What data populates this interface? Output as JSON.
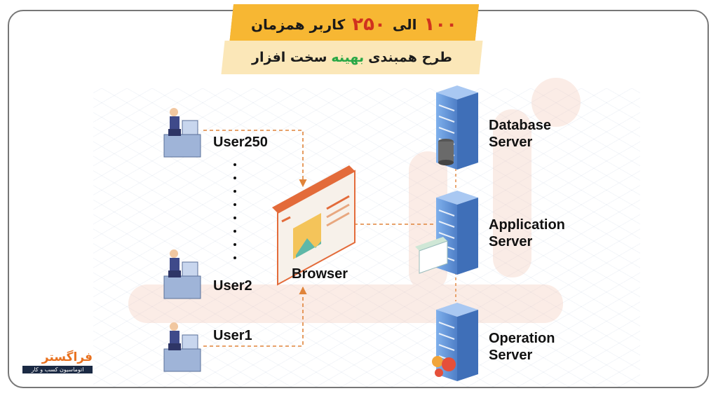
{
  "banner": {
    "line1_part1": "کاربر همزمان",
    "line1_num_a": "۲۵۰",
    "line1_mid": "الی",
    "line1_num_b": "۱۰۰",
    "line2_part1": "طرح همبندی",
    "line2_highlight": "بهینه",
    "line2_part2": "سخت افزار"
  },
  "users": {
    "user_top": "User250",
    "user_mid": "User2",
    "user_bottom": "User1"
  },
  "browser_label": "Browser",
  "servers": {
    "db_line1": "Database",
    "db_line2": "Server",
    "app_line1": "Application",
    "app_line2": "Server",
    "op_line1": "Operation",
    "op_line2": "Server"
  },
  "logo": {
    "name": "فراگستر",
    "tagline": "اتوماسیون کسب و کار"
  },
  "colors": {
    "banner_orange": "#f7b733",
    "banner_light": "#fbe7b8",
    "accent_red": "#d0321e",
    "accent_green": "#28a745",
    "arrow_orange": "#e0843a",
    "server_blue": "#5b8fd6"
  }
}
